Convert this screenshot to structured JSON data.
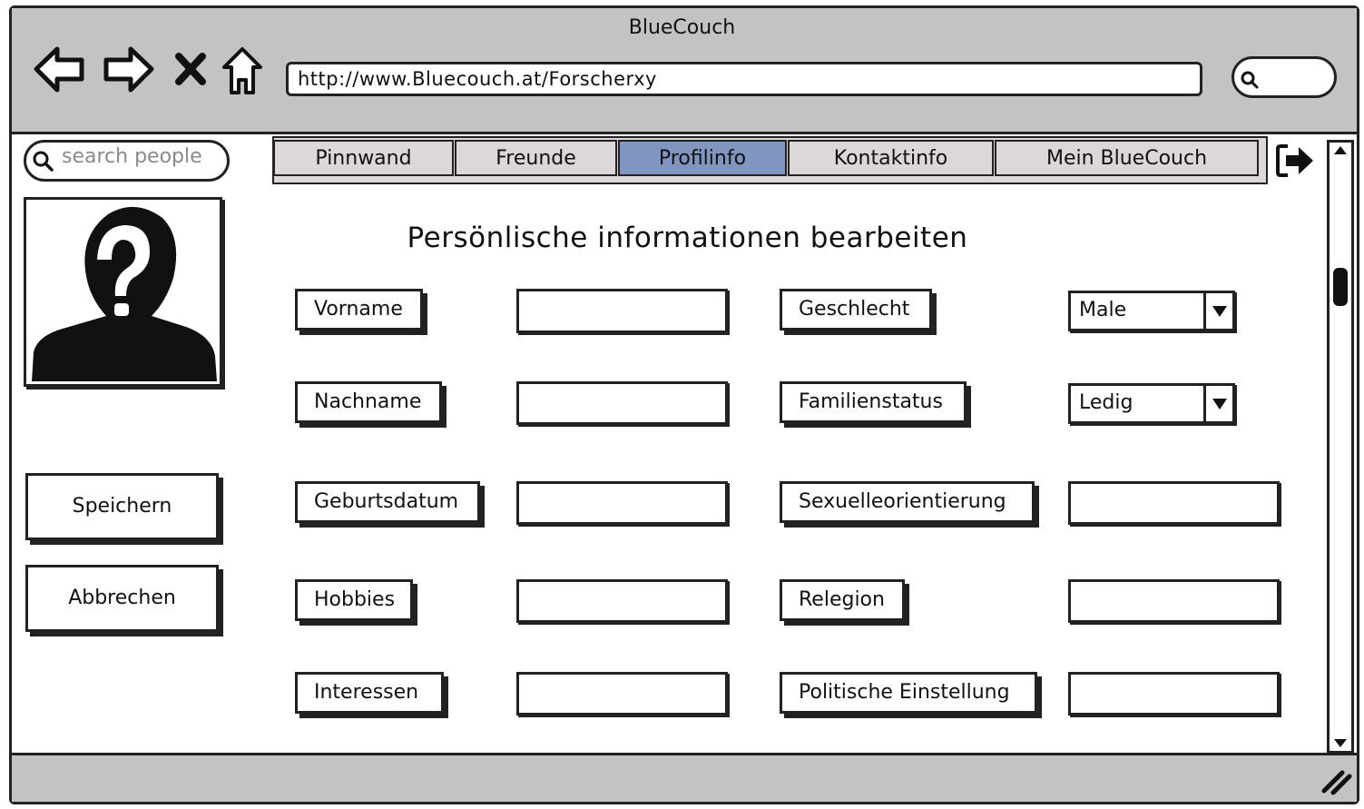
{
  "window": {
    "title": "BlueCouch"
  },
  "toolbar": {
    "url": "http://www.Bluecouch.at/Forscherxy"
  },
  "sidebar": {
    "search_placeholder": "search people",
    "save_label": "Speichern",
    "cancel_label": "Abbrechen"
  },
  "tabs": [
    {
      "label": "Pinnwand",
      "active": false
    },
    {
      "label": "Freunde",
      "active": false
    },
    {
      "label": "Profilinfo",
      "active": true
    },
    {
      "label": "Kontaktinfo",
      "active": false
    },
    {
      "label": "Mein BlueCouch",
      "active": false
    }
  ],
  "main": {
    "heading": "Persönlische informationen bearbeiten",
    "fields_left": [
      {
        "label": "Vorname"
      },
      {
        "label": "Nachname"
      },
      {
        "label": "Geburtsdatum"
      },
      {
        "label": "Hobbies"
      },
      {
        "label": "Interessen"
      }
    ],
    "fields_right": [
      {
        "label": "Geschlecht",
        "value": "Male"
      },
      {
        "label": "Familienstatus",
        "value": "Ledig"
      },
      {
        "label": "Sexuelleorientierung"
      },
      {
        "label": "Relegion"
      },
      {
        "label": "Politische Einstellung"
      }
    ]
  },
  "colors": {
    "chrome": "#c3c3c3",
    "tab": "#ddd7d7",
    "tab_active": "#8096c0"
  },
  "icons": [
    "back-arrow-icon",
    "forward-arrow-icon",
    "close-icon",
    "home-icon",
    "search-icon",
    "logout-icon",
    "user-unknown-icon",
    "resize-grip-icon"
  ]
}
